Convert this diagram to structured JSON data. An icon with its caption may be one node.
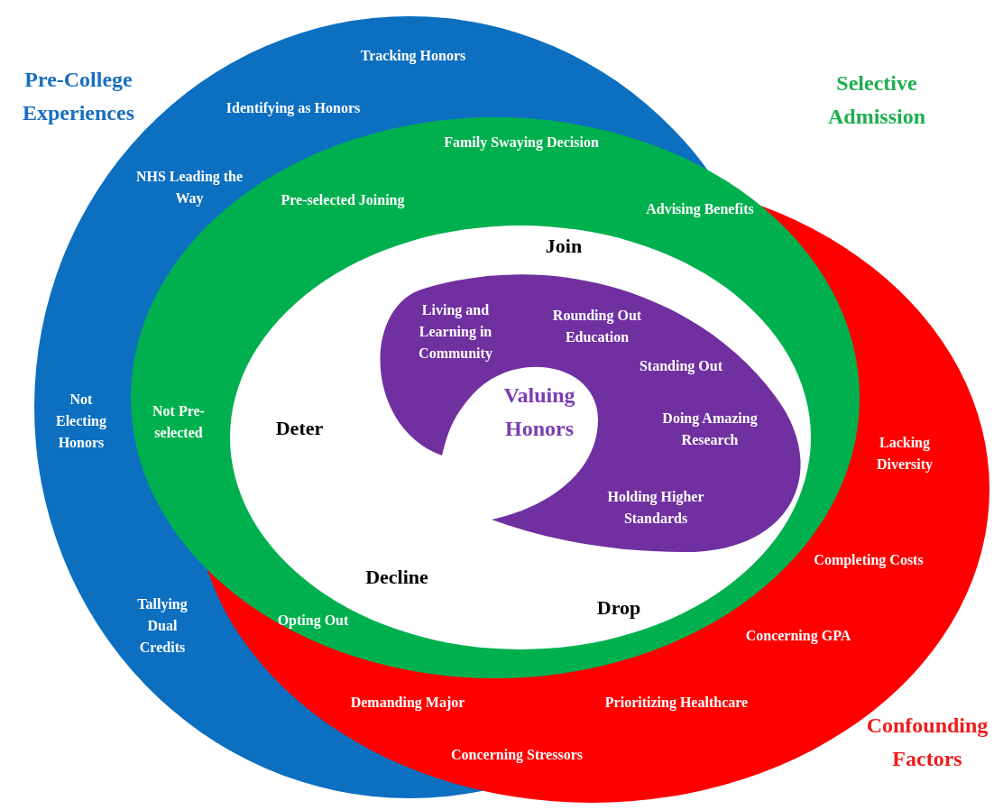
{
  "diagram": {
    "nodes": [
      {
        "text": [
          "Pre-College Experiences",
          "Tracking Honors",
          "Identifying as Honors",
          "NHS Leading the Way",
          "Not Electing Honors",
          "Tallying Dual Credits"
        ]
      },
      {
        "text": [
          "Lacking Diversity",
          "Completing Costs",
          "Concerning GPA",
          "Prioritizing Healthcare",
          "Demanding Major",
          "Concerning Stressors",
          "Confounding Factors"
        ]
      },
      {
        "text": [
          "Selective Admission",
          "Family Swaying Decision",
          "Pre-selected Joining",
          "Advising Benefits",
          "Not Pre-selected",
          "Opting Out"
        ]
      },
      {
        "text": [
          "Join",
          "Valuing Honors",
          "Deter",
          "Decline",
          "Drop"
        ],
        "in": 2
      },
      {
        "text": [
          "Living and Learning in Community",
          "Rounding Out Education",
          "Standing Out",
          "Doing Amazing Research",
          "Holding Higher Standards"
        ],
        "in": 3
      }
    ],
    "edges": []
  }
}
